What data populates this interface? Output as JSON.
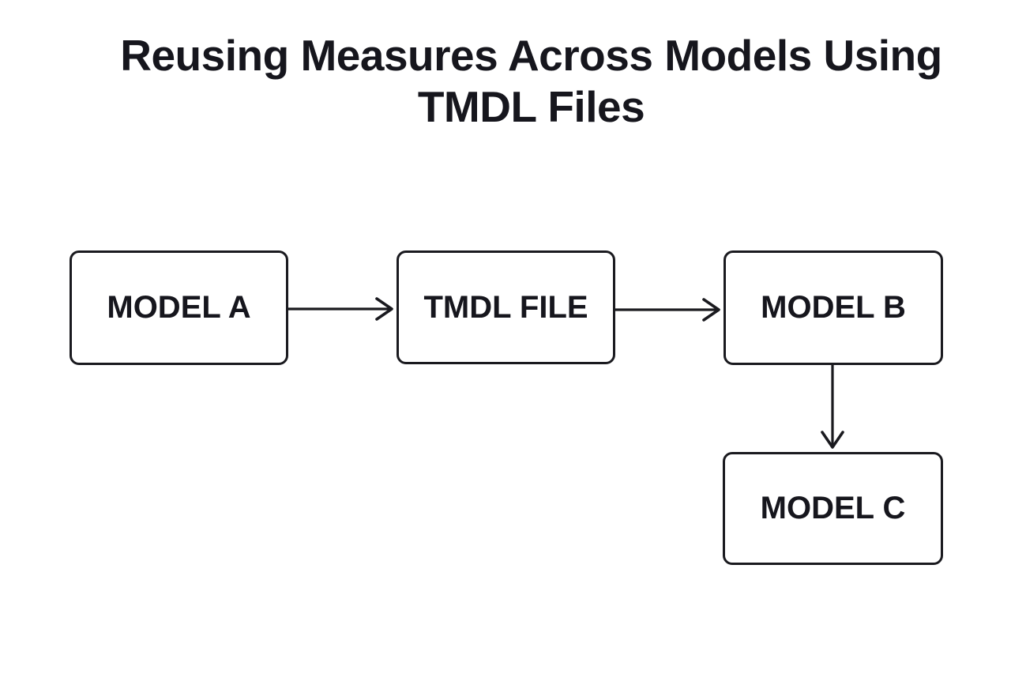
{
  "title": {
    "line1": "Reusing Measures Across Models Using",
    "line2": "TMDL Files"
  },
  "diagram": {
    "nodes": [
      {
        "id": "model-a",
        "label": "MODEL A"
      },
      {
        "id": "tmdl-file",
        "label": "TMDL FILE"
      },
      {
        "id": "model-b",
        "label": "MODEL B"
      },
      {
        "id": "model-c",
        "label": "MODEL C"
      }
    ],
    "edges": [
      {
        "from": "MODEL A",
        "to": "TMDL FILE",
        "direction": "right",
        "style": "open-chevron-arrow"
      },
      {
        "from": "TMDL FILE",
        "to": "MODEL B",
        "direction": "right",
        "style": "open-chevron-arrow"
      },
      {
        "from": "MODEL B",
        "to": "MODEL C",
        "direction": "down",
        "style": "open-chevron-arrow"
      }
    ]
  },
  "colors": {
    "background": "#ffffff",
    "node_fill": "#ffffff",
    "stroke": "#1a1a1f",
    "text": "#16161d"
  }
}
